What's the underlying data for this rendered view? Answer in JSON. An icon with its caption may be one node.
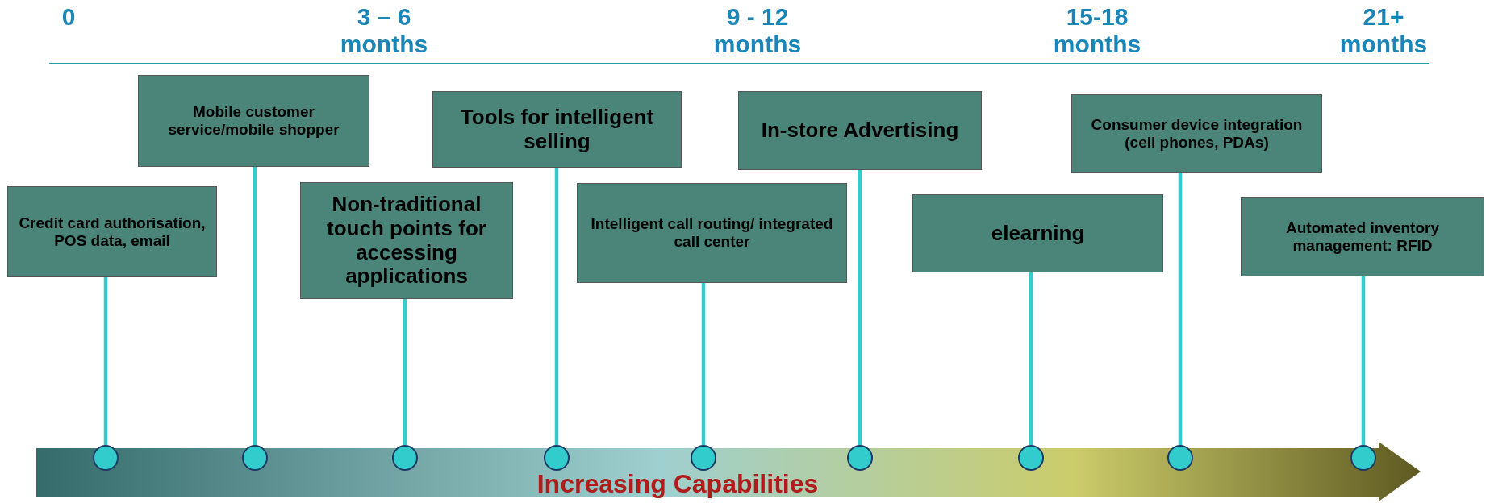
{
  "diagram": {
    "nodes": [
      {
        "text": [
          "Credit card authorisation, POS data, email"
        ]
      },
      {
        "text": [
          "Mobile customer service/mobile shopper"
        ]
      },
      {
        "text": [
          "Non-traditional touch points for accessing applications"
        ]
      },
      {
        "text": [
          "Tools for intelligent selling"
        ]
      },
      {
        "text": [
          "Intelligent call routing/ integrated call center"
        ]
      },
      {
        "text": [
          "In-store Advertising"
        ]
      },
      {
        "text": [
          "elearning"
        ]
      },
      {
        "text": [
          "Consumer device integration (cell phones, PDAs)"
        ]
      },
      {
        "text": [
          "Automated inventory management: RFID"
        ]
      },
      {
        "text": [
          "Increasing Capabilities"
        ]
      },
      {
        "text": [],
        "shape": "circle",
        "in": 9
      },
      {
        "text": [],
        "shape": "circle",
        "in": 9
      },
      {
        "text": [],
        "shape": "circle",
        "in": 9
      },
      {
        "text": [],
        "shape": "circle",
        "in": 9
      },
      {
        "text": [],
        "shape": "circle",
        "in": 9
      },
      {
        "text": [],
        "shape": "circle",
        "in": 9
      },
      {
        "text": [],
        "shape": "circle",
        "in": 9
      },
      {
        "text": [],
        "shape": "circle",
        "in": 9
      },
      {
        "text": [],
        "shape": "circle",
        "in": 9
      }
    ],
    "edges": [
      {
        "from": 0,
        "to": 10,
        "arrow": "none"
      },
      {
        "from": 1,
        "to": 11,
        "arrow": "none"
      },
      {
        "from": 2,
        "to": 12,
        "arrow": "none"
      },
      {
        "from": 3,
        "to": 13,
        "arrow": "none"
      },
      {
        "from": 4,
        "to": 14,
        "arrow": "none"
      },
      {
        "from": 5,
        "to": 15,
        "arrow": "none"
      },
      {
        "from": 6,
        "to": 16,
        "arrow": "none"
      },
      {
        "from": 7,
        "to": 17,
        "arrow": "none"
      },
      {
        "from": 8,
        "to": 18,
        "arrow": "none"
      }
    ],
    "labels": [
      "0",
      "3 – 6 months",
      "9 - 12 months",
      "15-18 months",
      "21+ months"
    ]
  }
}
